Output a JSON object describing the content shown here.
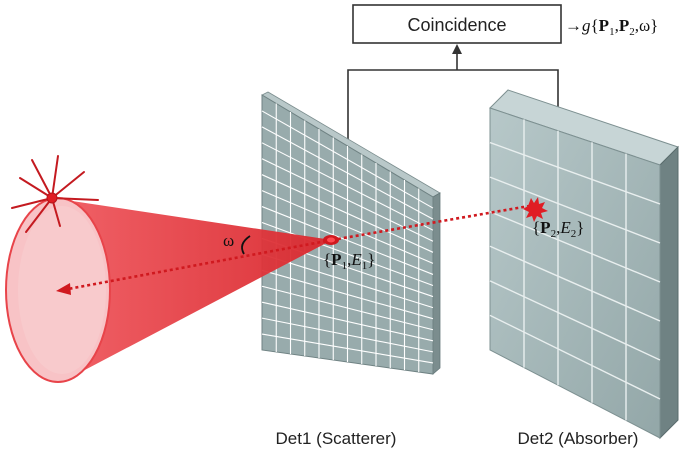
{
  "coincidence_box": {
    "label": "Coincidence"
  },
  "output_formula": {
    "arrow": "→",
    "func": "g",
    "open": "{",
    "p1": "P",
    "p1_sub": "1",
    "sep1": ",",
    "p2": "P",
    "p2_sub": "2",
    "sep2": ",",
    "omega": "ω",
    "close": "}"
  },
  "angle_label": "ω",
  "hit1": {
    "open": "{",
    "p": "P",
    "p_sub": "1",
    "sep": ",",
    "e": "E",
    "e_sub": "1",
    "close": "}"
  },
  "hit2": {
    "open": "{",
    "p": "P",
    "p_sub": "2",
    "sep": ",",
    "e": "E",
    "e_sub": "2",
    "close": "}"
  },
  "detectors": {
    "det1": {
      "label": "Det1 (Scatterer)"
    },
    "det2": {
      "label": "Det2 (Absorber)"
    }
  },
  "colors": {
    "cone": "#e8444a",
    "cone_light": "#f7b8bb",
    "ray": "#d0191f",
    "det1_face": "#9fb2b3",
    "det1_grid": "#ffffff",
    "det2_face": "#a9bcbd",
    "det2_grid": "#e8eeee",
    "det2_side": "#6f8283",
    "wire": "#333333"
  }
}
